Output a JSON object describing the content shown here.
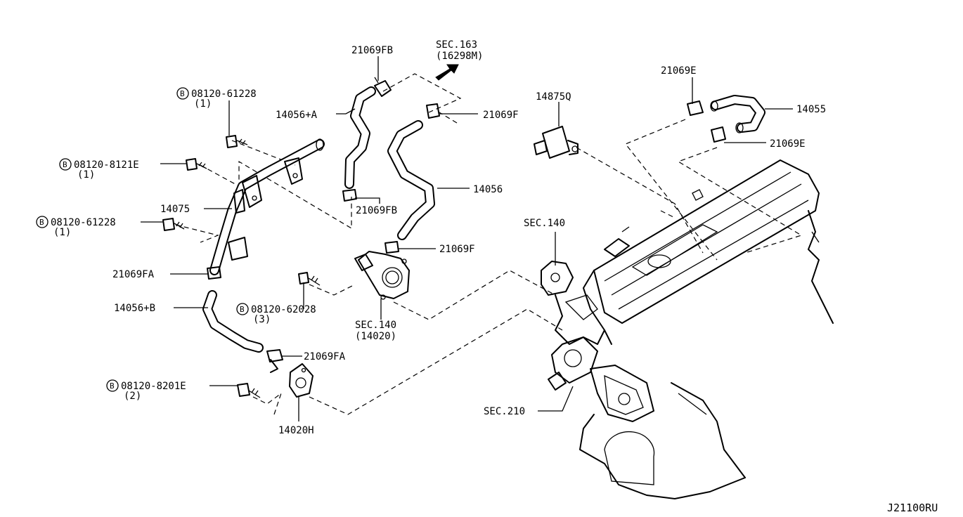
{
  "bolt_marker": "B",
  "labels": {
    "l_21069FB_top": "21069FB",
    "sec163": "SEC.163",
    "sec163_ref": "(16298M)",
    "l_21069E_top": "21069E",
    "b1": "08120-61228",
    "b1q": "(1)",
    "l_14056A": "14056+A",
    "l_21069F_top": "21069F",
    "l_14875Q": "14875Q",
    "l_14055": "14055",
    "l_21069E_low": "21069E",
    "b2": "08120-8121E",
    "b2q": "(1)",
    "l_14056": "14056",
    "l_14075": "14075",
    "l_21069FB_low": "21069FB",
    "b3": "08120-61228",
    "b3q": "(1)",
    "sec140_right": "SEC.140",
    "l_21069F_low": "21069F",
    "l_21069FA_top": "21069FA",
    "l_14056B": "14056+B",
    "b4": "08120-62028",
    "b4q": "(3)",
    "sec140_center": "SEC.140",
    "sec140_ref": "(14020)",
    "l_21069FA_low": "21069FA",
    "b5": "08120-8201E",
    "b5q": "(2)",
    "sec210": "SEC.210",
    "l_14020H": "14020H",
    "diagram_id": "J21100RU"
  }
}
